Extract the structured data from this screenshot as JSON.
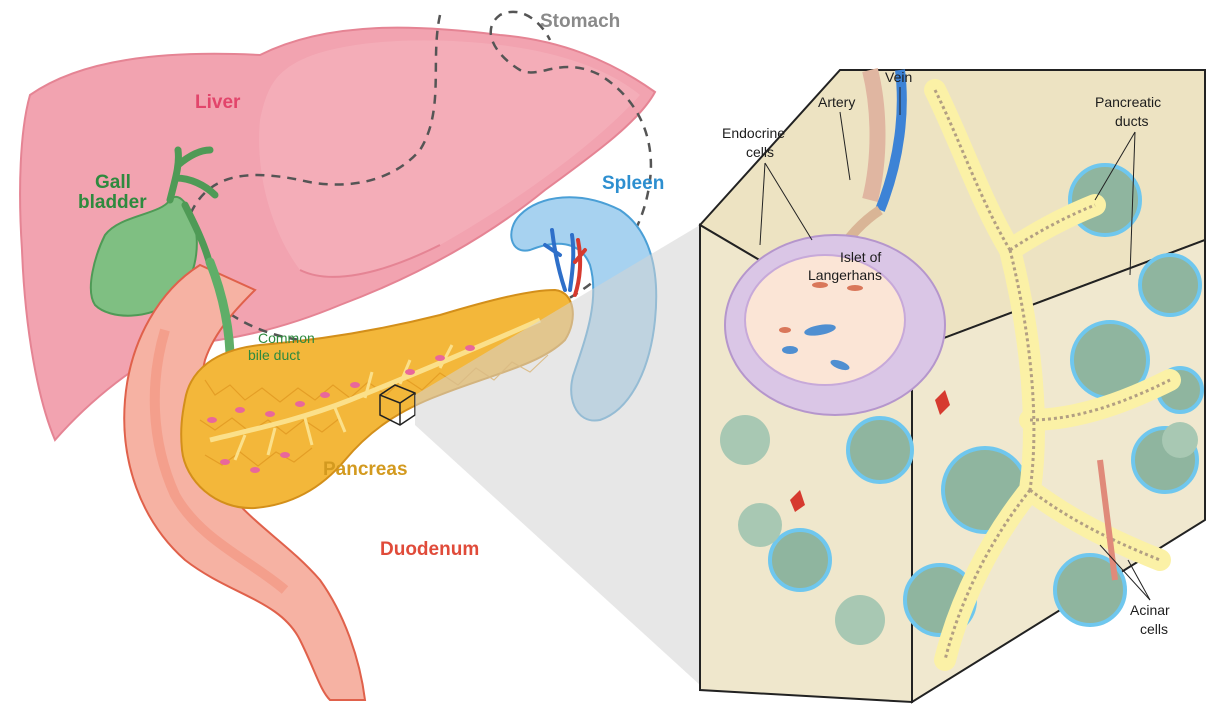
{
  "labels": {
    "stomach": "Stomach",
    "liver": "Liver",
    "gall_bladder": [
      "Gall",
      "bladder"
    ],
    "spleen": "Spleen",
    "common_bile_duct": [
      "Common",
      "bile duct"
    ],
    "pancreas": "Pancreas",
    "duodenum": "Duodenum",
    "vein": "Vein",
    "artery": "Artery",
    "endocrine_cells": [
      "Endocrine",
      "cells"
    ],
    "pancreatic_ducts": [
      "Pancreatic",
      "ducts"
    ],
    "islet": [
      "Islet of",
      "Langerhans"
    ],
    "acinar_cells": [
      "Acinar",
      "cells"
    ]
  },
  "colors": {
    "liver": "#f2a3b0",
    "liver_label": "#e2456b",
    "gall_bladder": "#5fae68",
    "gall_label": "#2e8a3e",
    "spleen": "#8ec6ea",
    "spleen_label": "#2d8fd0",
    "pancreas": "#f3b73a",
    "pancreas_label": "#d39a1f",
    "duodenum": "#f08e7a",
    "duodenum_label": "#e04b3a",
    "stomach_label": "#8a8a8a",
    "cube_tissue": "#efe7c9",
    "islet": "#d9c6e3",
    "acinar": "#8fb59f",
    "acinar_outline": "#6fc7ee"
  }
}
